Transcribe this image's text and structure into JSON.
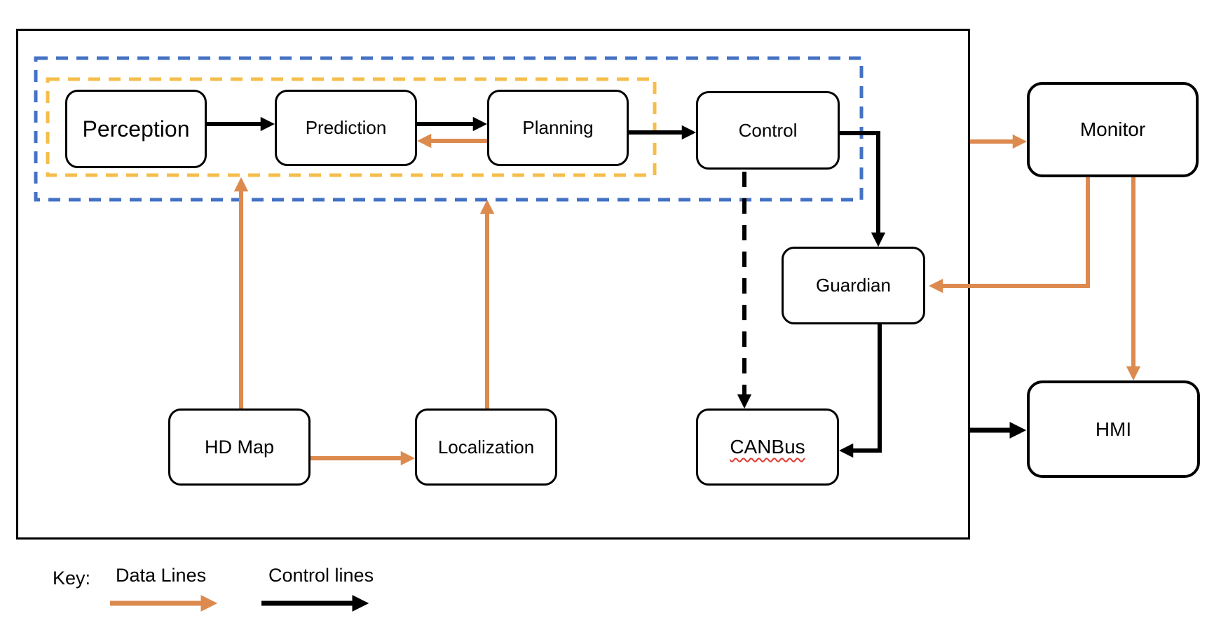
{
  "nodes": {
    "perception": {
      "label": "Perception"
    },
    "prediction": {
      "label": "Prediction"
    },
    "planning": {
      "label": "Planning"
    },
    "control": {
      "label": "Control"
    },
    "guardian": {
      "label": "Guardian"
    },
    "canbus": {
      "label": "CANBus",
      "spellcheck_underline": true
    },
    "hd_map": {
      "label": "HD Map"
    },
    "localization": {
      "label": "Localization"
    },
    "monitor": {
      "label": "Monitor"
    },
    "hmi": {
      "label": "HMI"
    }
  },
  "containers": {
    "outer_system_box": {
      "border": "solid black"
    },
    "blue_dashed_box": {
      "border": "dashed blue",
      "contains": [
        "Perception",
        "Prediction",
        "Planning",
        "Control"
      ]
    },
    "yellow_dashed_box": {
      "border": "dashed yellow",
      "contains": [
        "Perception",
        "Prediction",
        "Planning"
      ]
    }
  },
  "edges": [
    {
      "from": "Perception",
      "to": "Prediction",
      "type": "control",
      "style": "solid"
    },
    {
      "from": "Prediction",
      "to": "Planning",
      "type": "control",
      "style": "solid"
    },
    {
      "from": "Planning",
      "to": "Control",
      "type": "control",
      "style": "solid"
    },
    {
      "from": "Control",
      "to": "Guardian",
      "type": "control",
      "style": "solid"
    },
    {
      "from": "Guardian",
      "to": "CANBus",
      "type": "control",
      "style": "solid"
    },
    {
      "from": "Control",
      "to": "CANBus",
      "type": "control",
      "style": "dashed"
    },
    {
      "from": "system-box",
      "to": "HMI",
      "type": "control",
      "style": "solid"
    },
    {
      "from": "Planning",
      "to": "Prediction",
      "type": "data",
      "style": "solid"
    },
    {
      "from": "HD Map",
      "to": "yellow-dashed-box",
      "type": "data",
      "style": "solid"
    },
    {
      "from": "Localization",
      "to": "blue-dashed-box",
      "type": "data",
      "style": "solid"
    },
    {
      "from": "HD Map",
      "to": "Localization",
      "type": "data",
      "style": "solid"
    },
    {
      "from": "system-box",
      "to": "Monitor",
      "type": "data",
      "style": "solid"
    },
    {
      "from": "Monitor",
      "to": "Guardian",
      "type": "data",
      "style": "solid"
    },
    {
      "from": "Monitor",
      "to": "HMI",
      "type": "data",
      "style": "solid"
    }
  ],
  "legend": {
    "key_label": "Key:",
    "items": [
      {
        "label": "Data Lines",
        "color": "#DC8A4E",
        "style": "solid-arrow"
      },
      {
        "label": "Control lines",
        "color": "#000000",
        "style": "solid-arrow"
      }
    ]
  },
  "colors": {
    "data_line_orange": "#DC8A4E",
    "control_line_black": "#000000",
    "outer_dashed_blue": "#4472C4",
    "inner_dashed_yellow": "#F5BE4B",
    "node_border": "#000000",
    "node_fill": "#FFFFFF",
    "spellcheck_red": "#E03C31"
  }
}
